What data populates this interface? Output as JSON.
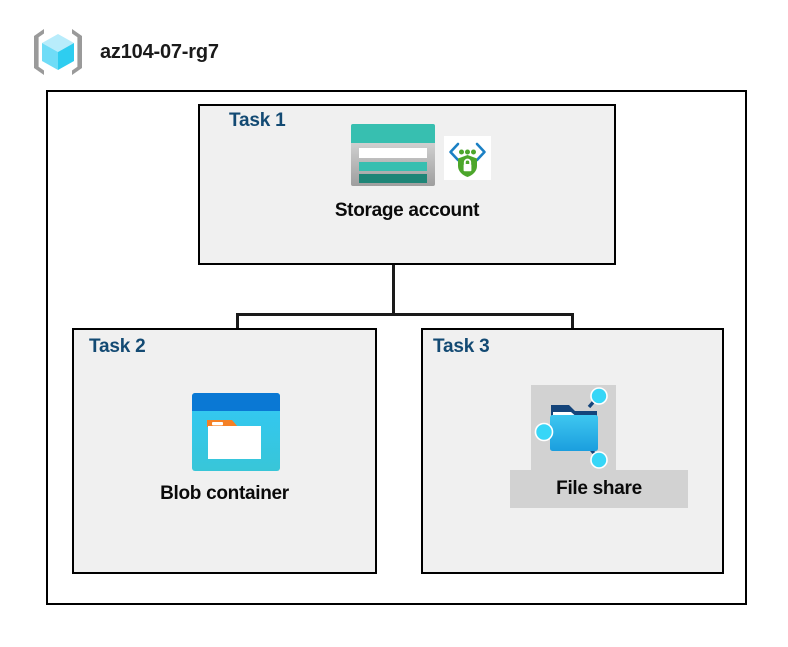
{
  "diagram": {
    "title": "az104-07-rg7",
    "resource_group_icon": "resource-group-cube-icon",
    "accent_color": "#134a73",
    "box_border_color": "#000000",
    "task_box_fill": "#f0f0f0",
    "resource_group_fill": "#ffffff",
    "highlight_fill": "#d2d2d2",
    "tasks": [
      {
        "id": "task1",
        "label": "Task 1",
        "node_caption": "Storage account",
        "icons": [
          "storage-account-icon",
          "secure-private-endpoint-icon"
        ]
      },
      {
        "id": "task2",
        "label": "Task 2",
        "node_caption": "Blob container",
        "icons": [
          "blob-container-icon"
        ]
      },
      {
        "id": "task3",
        "label": "Task 3",
        "node_caption": "File share",
        "icons": [
          "file-share-folder-icon"
        ]
      }
    ],
    "connections": [
      {
        "from": "Storage account",
        "to": "Blob container"
      },
      {
        "from": "Storage account",
        "to": "File share"
      }
    ],
    "palette": {
      "storage_teal": "#37bfb0",
      "storage_teal_dark": "#1e8577",
      "storage_gray": "#c8c8c8",
      "shield_green": "#4ca62b",
      "bracket_blue": "#1b80c4",
      "blob_title_blue": "#0a78d4",
      "blob_body_cyan": "#32c5f4",
      "folder_orange": "#f58025",
      "fileshare_blue": "#2fb6e8",
      "fileshare_node_cyan": "#37d6f7",
      "cube_cyan": "#9fe8fb",
      "bracket_gray": "#9a9a9a"
    }
  }
}
